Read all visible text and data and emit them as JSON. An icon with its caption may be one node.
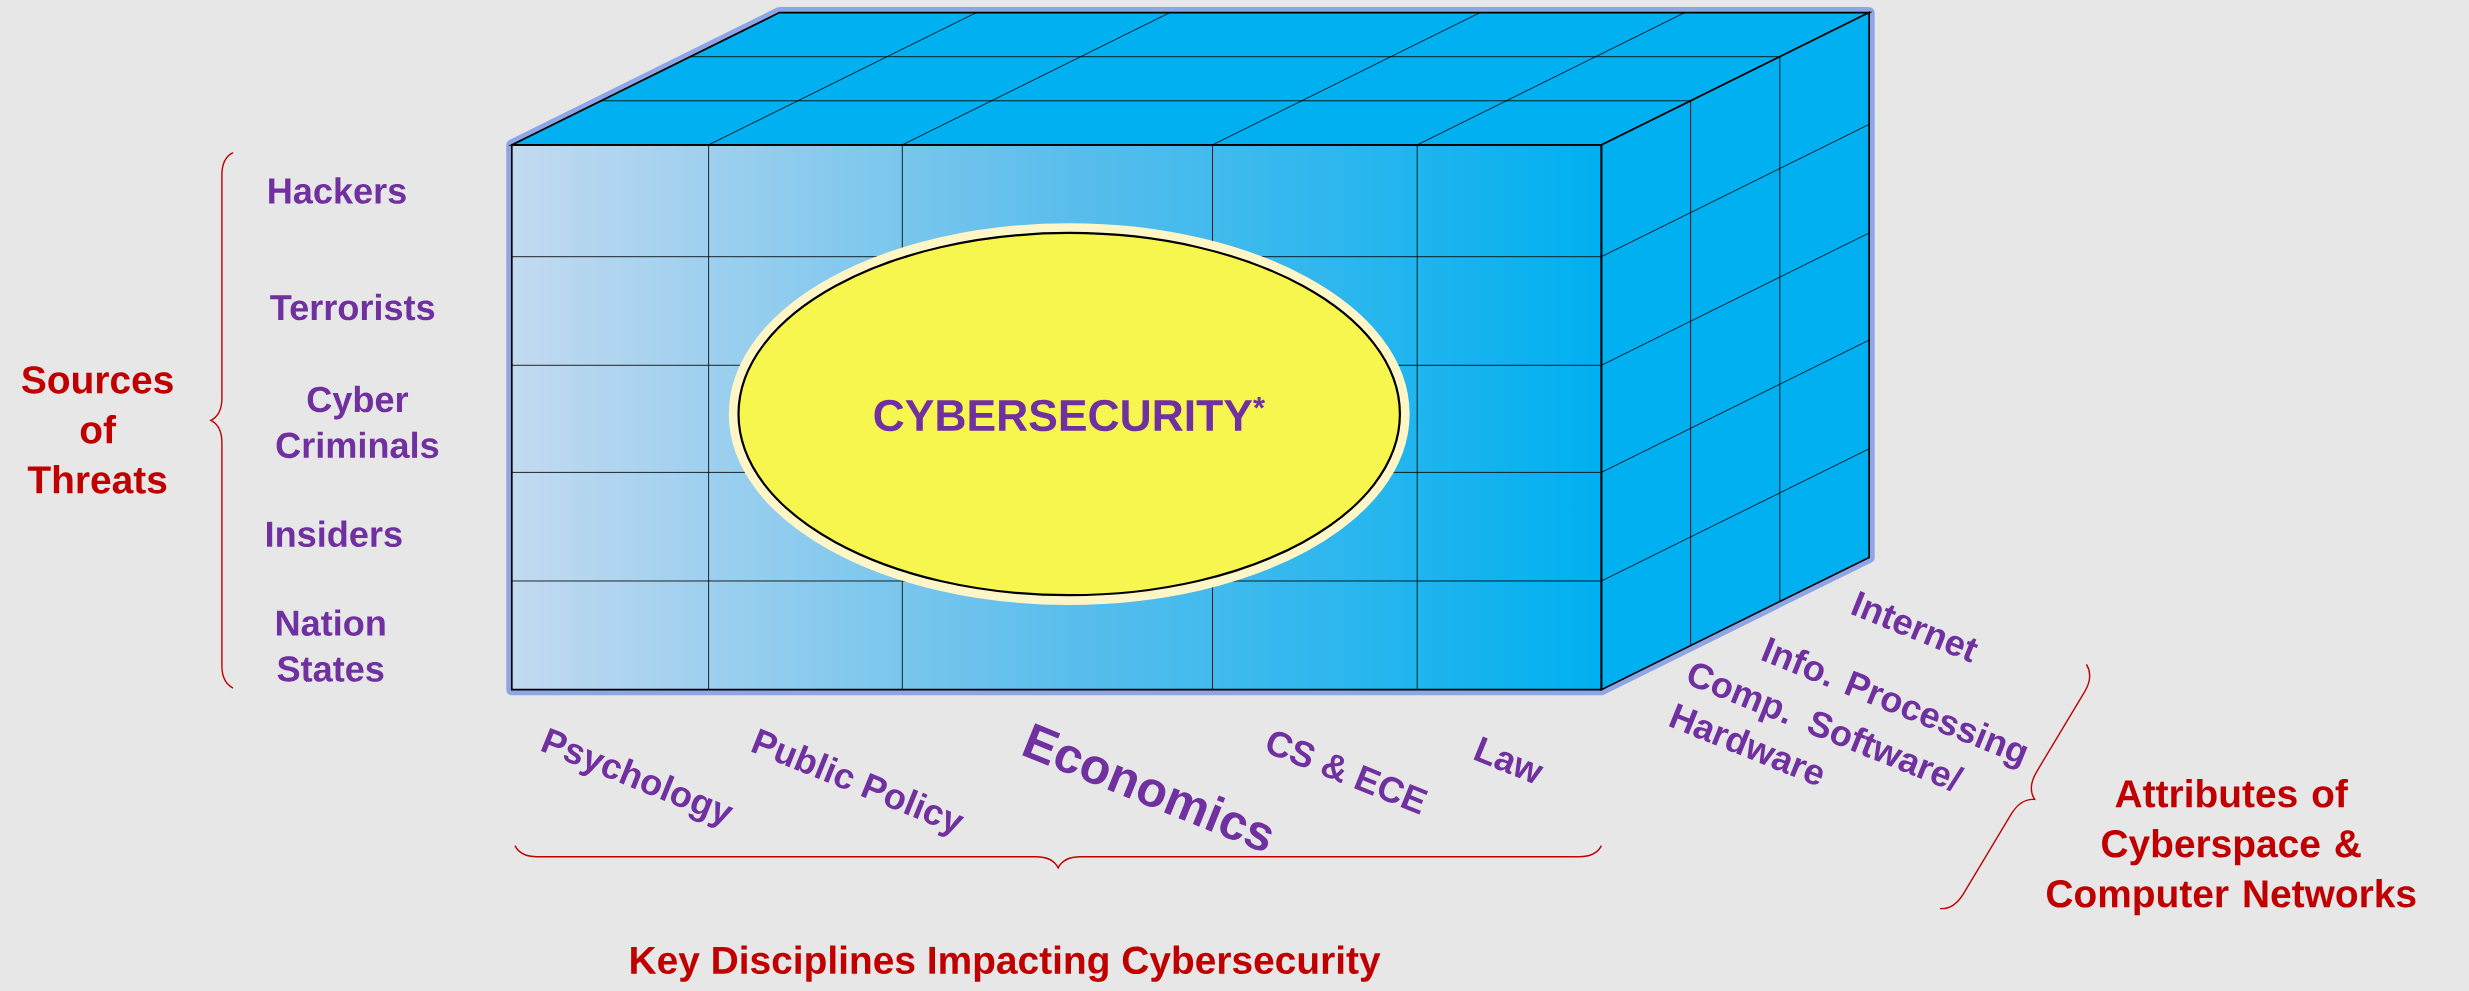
{
  "diagram": {
    "nodes": [
      {
        "text": [
          "CYBERSECURITY$^{*}$"
        ]
      }
    ],
    "labels": [
      "Sources of Threats",
      "Hackers",
      "Terrorists",
      "Cyber Criminals",
      "Insiders",
      "Nation States",
      "Psychology",
      "Public Policy",
      "Economics",
      "CS & ECE",
      "Law",
      "Internet",
      "Info. Processing",
      "Comp. Software/ Hardware",
      "Attributes of Cyberspace & Computer Networks",
      "Key Disciplines Impacting Cybersecurity"
    ]
  }
}
